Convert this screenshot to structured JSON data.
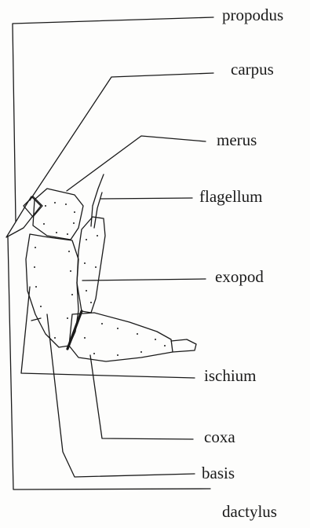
{
  "labels": {
    "propodus": "propodus",
    "carpus": "carpus",
    "merus": "merus",
    "flagellum": "flagellum",
    "exopod": "exopod",
    "ischium": "ischium",
    "coxa": "coxa",
    "basis": "basis",
    "dactylus": "dactylus"
  },
  "colors": {
    "ink": "#1a1a1a",
    "paper": "#fdfdfc"
  }
}
